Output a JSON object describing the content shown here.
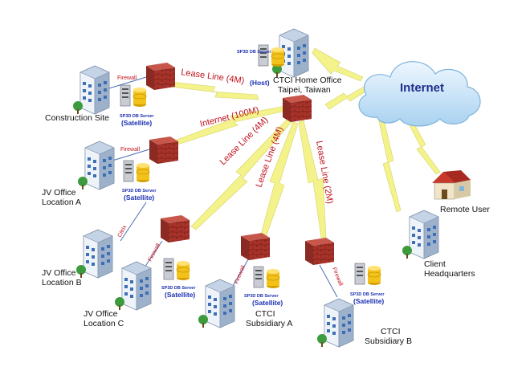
{
  "internet": {
    "label": "Internet"
  },
  "home": {
    "name_line1": "CTCI Home Office",
    "name_line2": "Taipei, Taiwan",
    "db_label": "SP3D DB Server",
    "role": "(Host)"
  },
  "sites": {
    "construction": {
      "name": "Construction Site",
      "db_label": "SP3D DB Server",
      "role": "(Satellite)",
      "firewall": "Firewall"
    },
    "jv_a": {
      "name_line1": "JV Office",
      "name_line2": "Location A",
      "db_label": "SP3D DB Server",
      "role": "(Satellite)",
      "firewall": "Firewall"
    },
    "jv_b": {
      "name_line1": "JV Office",
      "name_line2": "Location B"
    },
    "jv_c": {
      "name_line1": "JV Office",
      "name_line2": "Location C",
      "db_label": "SP3D DB Server",
      "role": "(Satellite)",
      "firewall": "Firewall"
    },
    "sub_a": {
      "name_line1": "CTCI",
      "name_line2": "Subsidiary A",
      "db_label": "SP3D DB Server",
      "role": "(Satellite)",
      "firewall": "Firewall"
    },
    "sub_b": {
      "name_line1": "CTCI",
      "name_line2": "Subsidiary B",
      "db_label": "SP3D DB Server",
      "role": "(Satellite)",
      "firewall": "Firewall"
    },
    "client": {
      "name_line1": "Client",
      "name_line2": "Headquarters"
    },
    "remote": {
      "name": "Remote User"
    }
  },
  "links": {
    "lease_4m_a": "Lease Line (4M)",
    "internet_100m": "Internet (100M)",
    "lease_4m_b": "Lease Line (4M)",
    "lease_4m_c": "Lease Line (4M)",
    "lease_2m": "Lease Line (2M)",
    "citrix": "Citrix"
  },
  "colors": {
    "bolt": "#f4f28a",
    "brick": "#a8332a",
    "cloud": "#cfe6f7",
    "accent_red": "#c0121c",
    "accent_blue": "#1a2fb0"
  }
}
